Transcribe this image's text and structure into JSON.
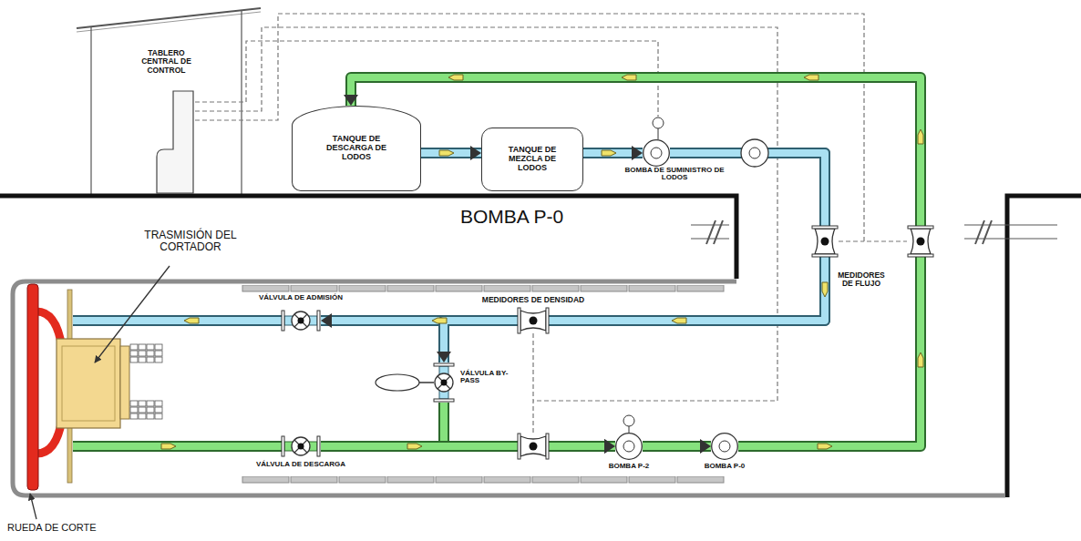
{
  "diagram": {
    "nodes": [
      {
        "text": [
          "TABLERO CENTRAL DE CONTROL"
        ]
      },
      {
        "text": [
          "TANQUE DE DESCARGA DE LODOS"
        ]
      },
      {
        "text": [
          "TANQUE DE MEZCLA DE LODOS"
        ]
      },
      {
        "text": [
          "BOMBA DE SUMINISTRO DE LODOS"
        ]
      },
      {
        "text": [
          "VÁLVULA DE ADMISIÓN"
        ]
      },
      {
        "text": [
          "VÁLVULA BY-PASS"
        ]
      },
      {
        "text": [
          "VÁLVULA DE DESCARGA"
        ]
      },
      {
        "text": [
          "BOMBA P-2"
        ]
      },
      {
        "text": [
          "BOMBA P-0"
        ]
      }
    ],
    "edges": [
      {
        "from": 1,
        "to": 2,
        "arrow": "to"
      },
      {
        "from": 2,
        "to": 3,
        "arrow": "to"
      },
      {
        "from": 3,
        "to": 4,
        "arrow": "to"
      },
      {
        "from": 3,
        "to": 5,
        "arrow": "to"
      },
      {
        "from": 5,
        "to": 7,
        "arrow": "to"
      },
      {
        "from": 6,
        "to": 7,
        "arrow": "to"
      },
      {
        "from": 7,
        "to": 8,
        "arrow": "to"
      },
      {
        "from": 8,
        "to": 1,
        "arrow": "to"
      }
    ],
    "labels": [
      "BOMBA P-0",
      "TRASMISIÓN DEL CORTADOR",
      "RUEDA DE CORTE",
      "MEDIDORES DE DENSIDAD",
      "MEDIDORES DE FLUJO"
    ]
  }
}
